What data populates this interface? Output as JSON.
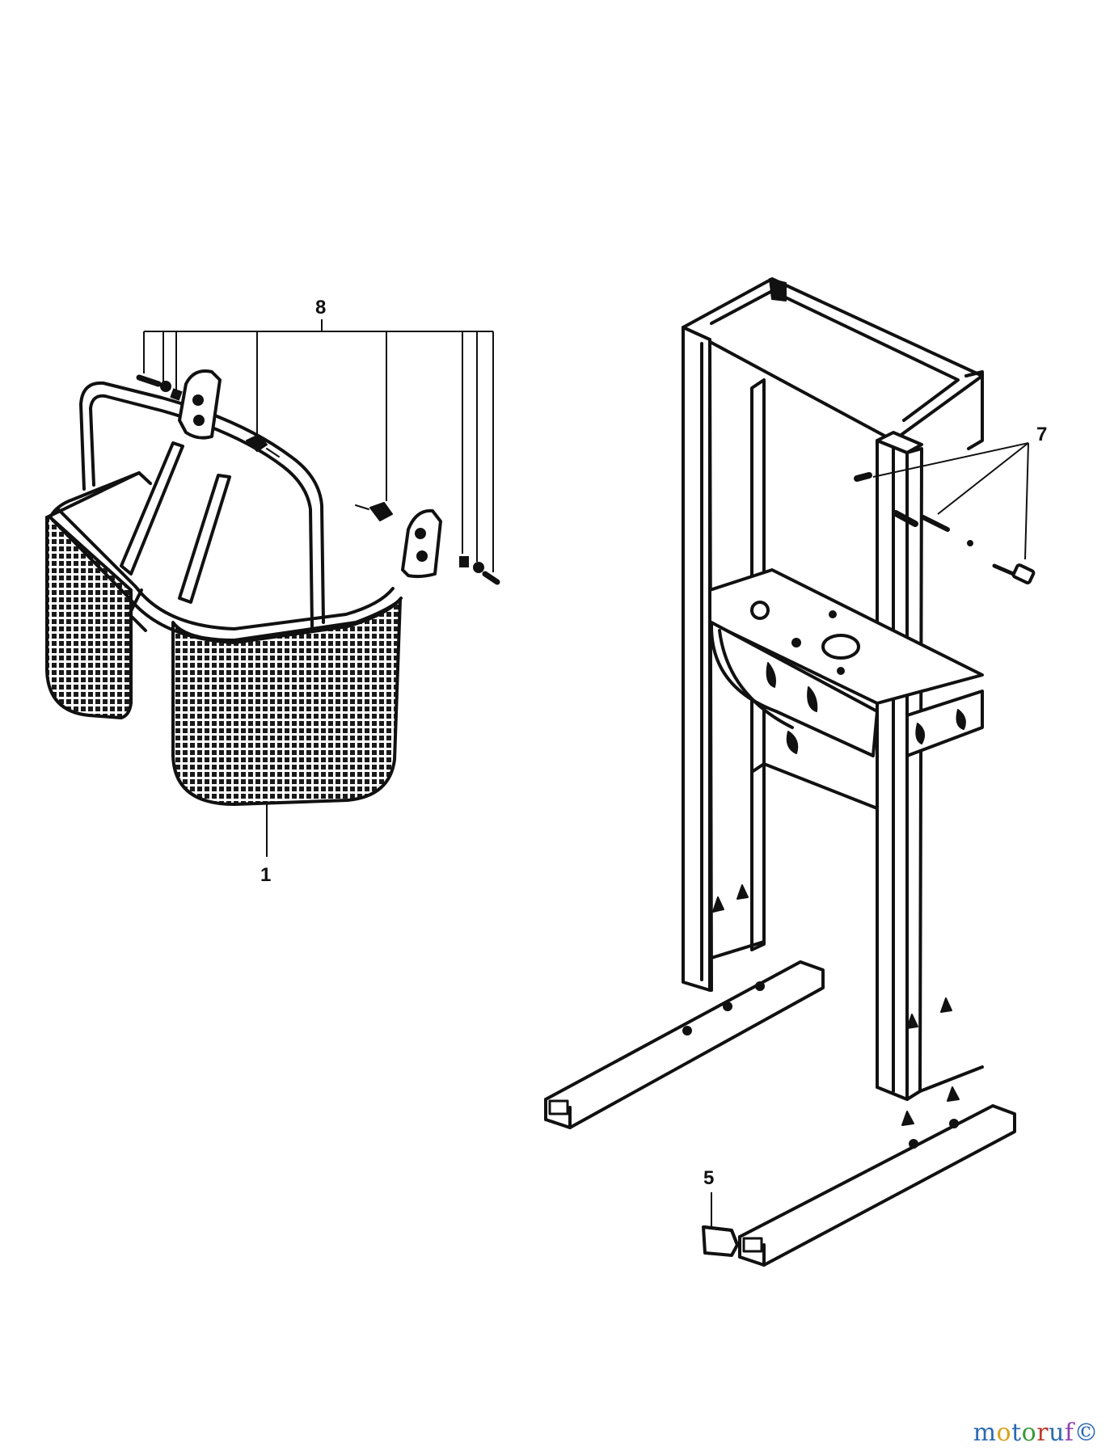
{
  "callouts": {
    "part_8": "8",
    "part_1": "1",
    "part_7": "7",
    "part_5": "5"
  },
  "watermark": {
    "text": "motoruf©",
    "letters": [
      "m",
      "o",
      "t",
      "o",
      "r",
      "u",
      "f",
      "©"
    ],
    "colors": [
      "#2b6ab3",
      "#d8a21b",
      "#2b6ab3",
      "#3a9a3a",
      "#c0392b",
      "#2b6ab3",
      "#8e44ad",
      "#2b6ab3"
    ]
  },
  "colors": {
    "line": "#111111",
    "mesh": "#1a1a1a",
    "background": "#ffffff"
  }
}
